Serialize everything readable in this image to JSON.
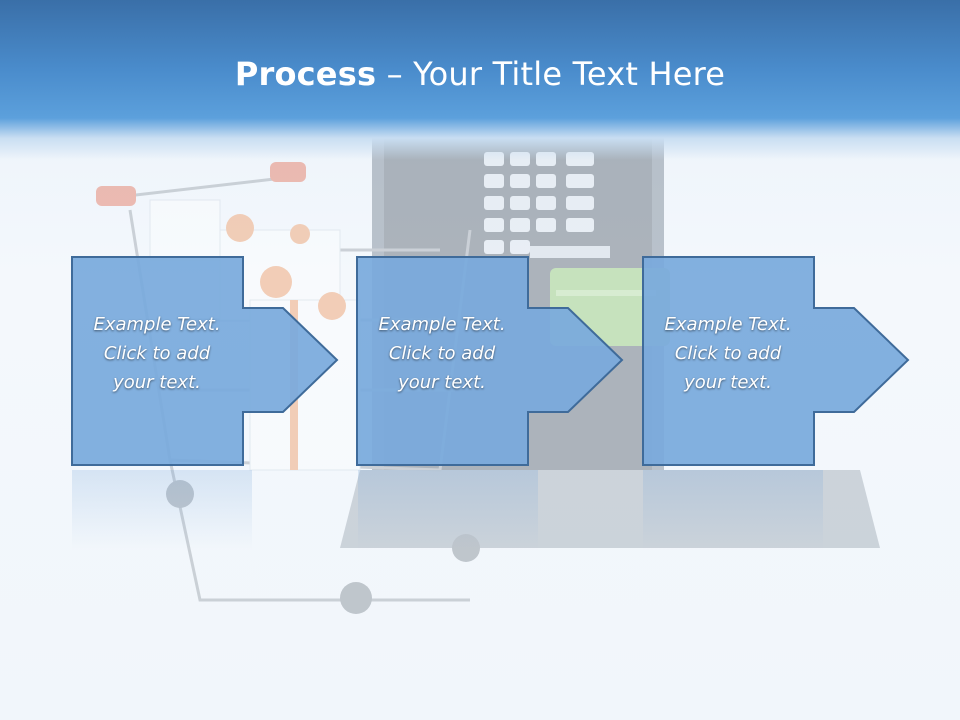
{
  "slide": {
    "title_bold": "Process",
    "title_rest": " – Your Title Text Here"
  },
  "steps": [
    {
      "text": "Example Text.\nClick  to add\nyour text."
    },
    {
      "text": "Example Text.\nClick  to add\nyour text."
    },
    {
      "text": "Example Text.\nClick  to add\nyour text."
    }
  ],
  "colors": {
    "header": "#4a8ccc",
    "box_fill": "#78a9dc",
    "box_stroke": "#3f6b9a",
    "text": "#ffffff"
  }
}
